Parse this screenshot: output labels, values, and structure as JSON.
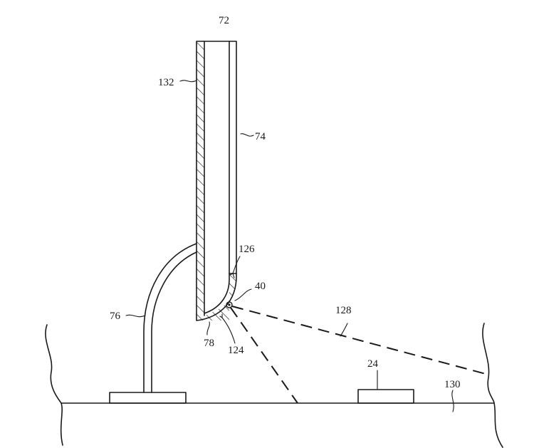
{
  "labels": {
    "l72": "72",
    "l132": "132",
    "l74": "74",
    "l126": "126",
    "l40": "40",
    "l128": "128",
    "l76": "76",
    "l78": "78",
    "l124": "124",
    "l24": "24",
    "l130": "130"
  },
  "colors": {
    "ink": "#1a1a1a",
    "background": "#ffffff"
  }
}
